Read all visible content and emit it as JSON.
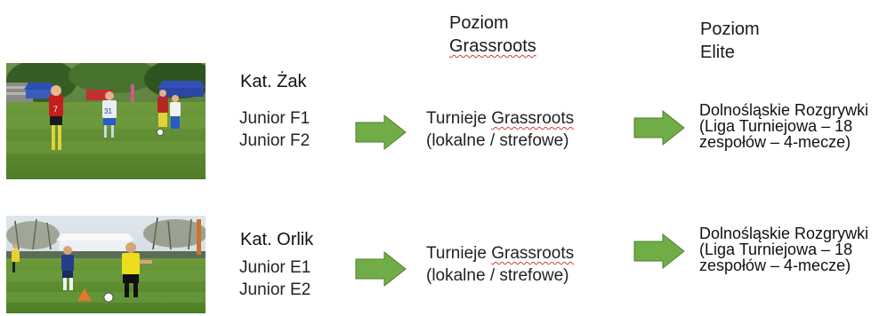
{
  "headers": {
    "grassroots": [
      "Poziom",
      "Grassroots"
    ],
    "elite": [
      "Poziom",
      "Elite"
    ]
  },
  "rows": [
    {
      "category": "Kat. Żak",
      "juniors": [
        "Junior F1",
        "Junior F2"
      ],
      "grassroots": {
        "line1_prefix": "Turnieje ",
        "line1_word": "Grassroots",
        "line2": "(lokalne / strefowe)"
      },
      "elite": [
        "Dolnośląskie Rozgrywki",
        "(Liga Turniejowa – 18",
        "zespołów – 4-mecze)"
      ],
      "photo": {
        "shirt_numbers": [
          "7",
          "31"
        ]
      }
    },
    {
      "category": "Kat. Orlik",
      "juniors": [
        "Junior E1",
        "Junior E2"
      ],
      "grassroots": {
        "line1_prefix": "Turnieje ",
        "line1_word": "Grassroots",
        "line2": "(lokalne / strefowe)"
      },
      "elite": [
        "Dolnośląskie Rozgrywki",
        "(Liga Turniejowa – 18",
        "zespołów – 4-mecze)"
      ],
      "photo": {
        "shirt_numbers": []
      }
    }
  ],
  "colors": {
    "arrow_fill": "#70ad47",
    "arrow_stroke": "#507e32",
    "spell_underline": "#d23b3b"
  }
}
